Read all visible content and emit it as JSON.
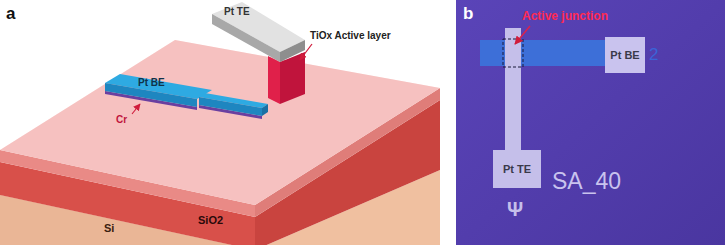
{
  "diagram": {
    "nodes": [
      {
        "text": [
          "Pt BE"
        ]
      },
      {
        "text": [
          "Pt TE"
        ]
      }
    ],
    "labels": [
      "a",
      "Pt TE",
      "TiOx Active layer",
      "Pt BE",
      "Cr",
      "SiO2",
      "Si",
      "b",
      "Active junction",
      "2",
      "SA_40",
      "Ψ"
    ]
  }
}
